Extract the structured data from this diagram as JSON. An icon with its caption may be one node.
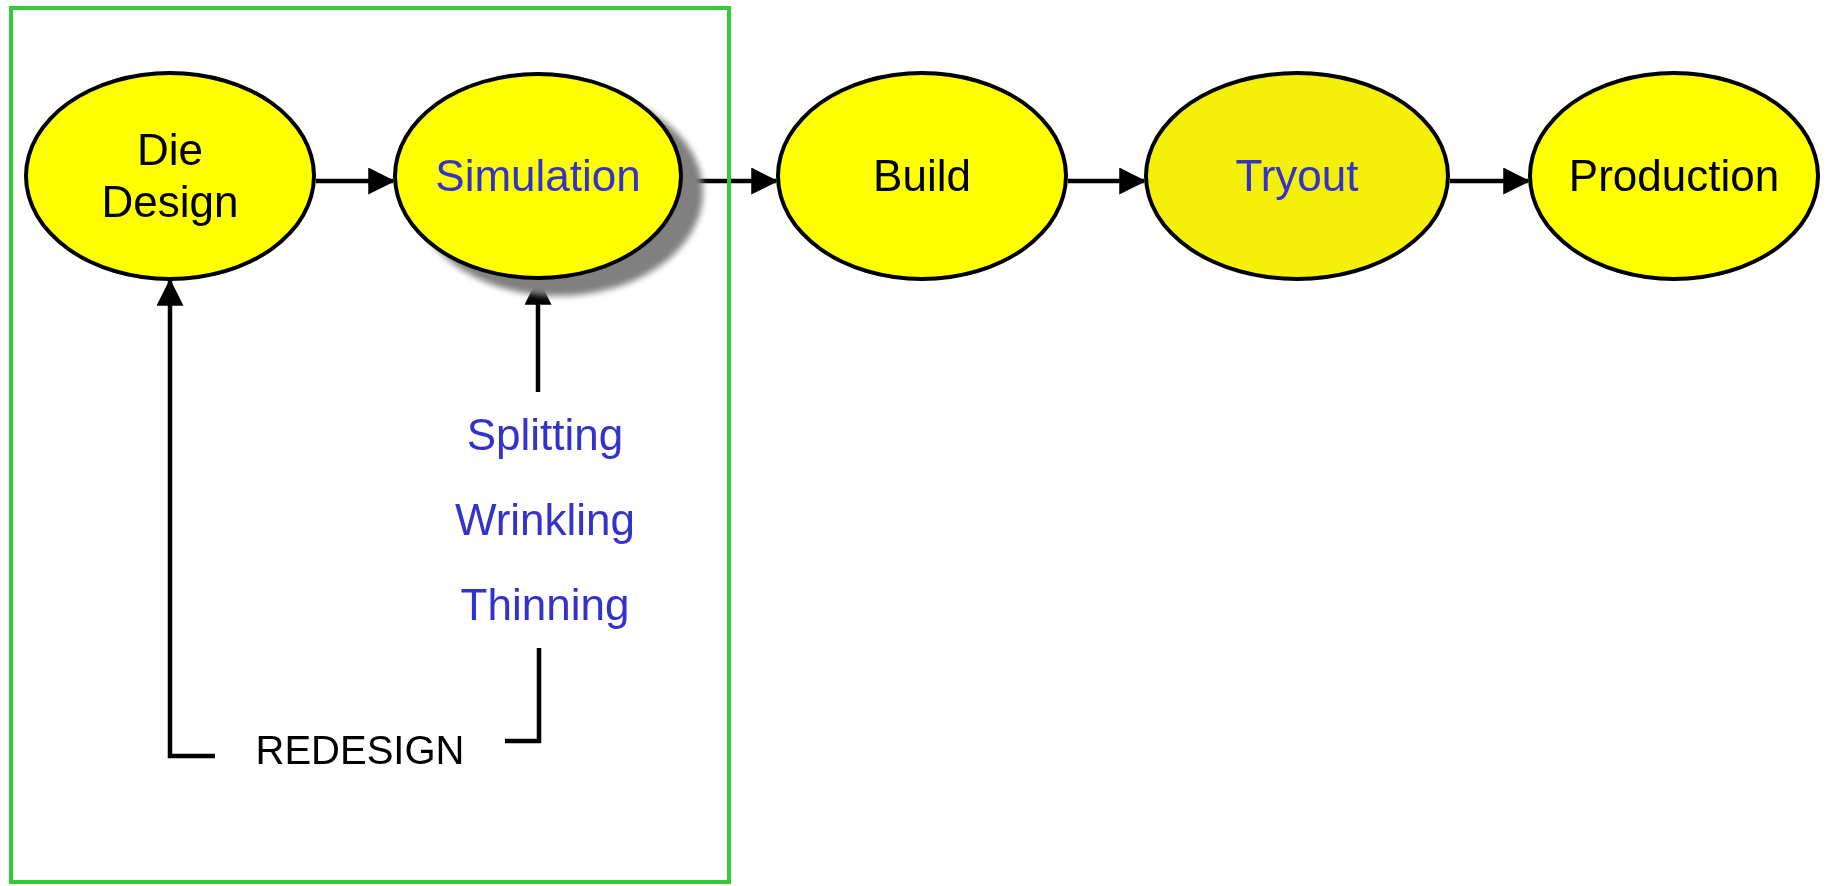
{
  "diagram": {
    "nodes": [
      {
        "text": [],
        "shape": "box"
      },
      {
        "text": [
          "Die Design"
        ],
        "in": 0
      },
      {
        "text": [
          "Simulation"
        ],
        "in": 0
      },
      {
        "text": [
          "Build"
        ]
      },
      {
        "text": [
          "Tryout"
        ]
      },
      {
        "text": [
          "Production"
        ]
      },
      {
        "text": [
          "Splitting",
          "Wrinkling",
          "Thinning"
        ],
        "in": 0
      },
      {
        "text": [
          "REDESIGN"
        ],
        "in": 0
      }
    ],
    "edges": [
      {
        "from": 1,
        "to": 2,
        "arrow": "to"
      },
      {
        "from": 2,
        "to": 3,
        "arrow": "to"
      },
      {
        "from": 3,
        "to": 4,
        "arrow": "to"
      },
      {
        "from": 4,
        "to": 5,
        "arrow": "to"
      },
      {
        "from": 6,
        "to": 2,
        "arrow": "to"
      },
      {
        "from": 6,
        "to": 7,
        "arrow": "none"
      },
      {
        "from": 7,
        "to": 1,
        "arrow": "to"
      }
    ]
  }
}
